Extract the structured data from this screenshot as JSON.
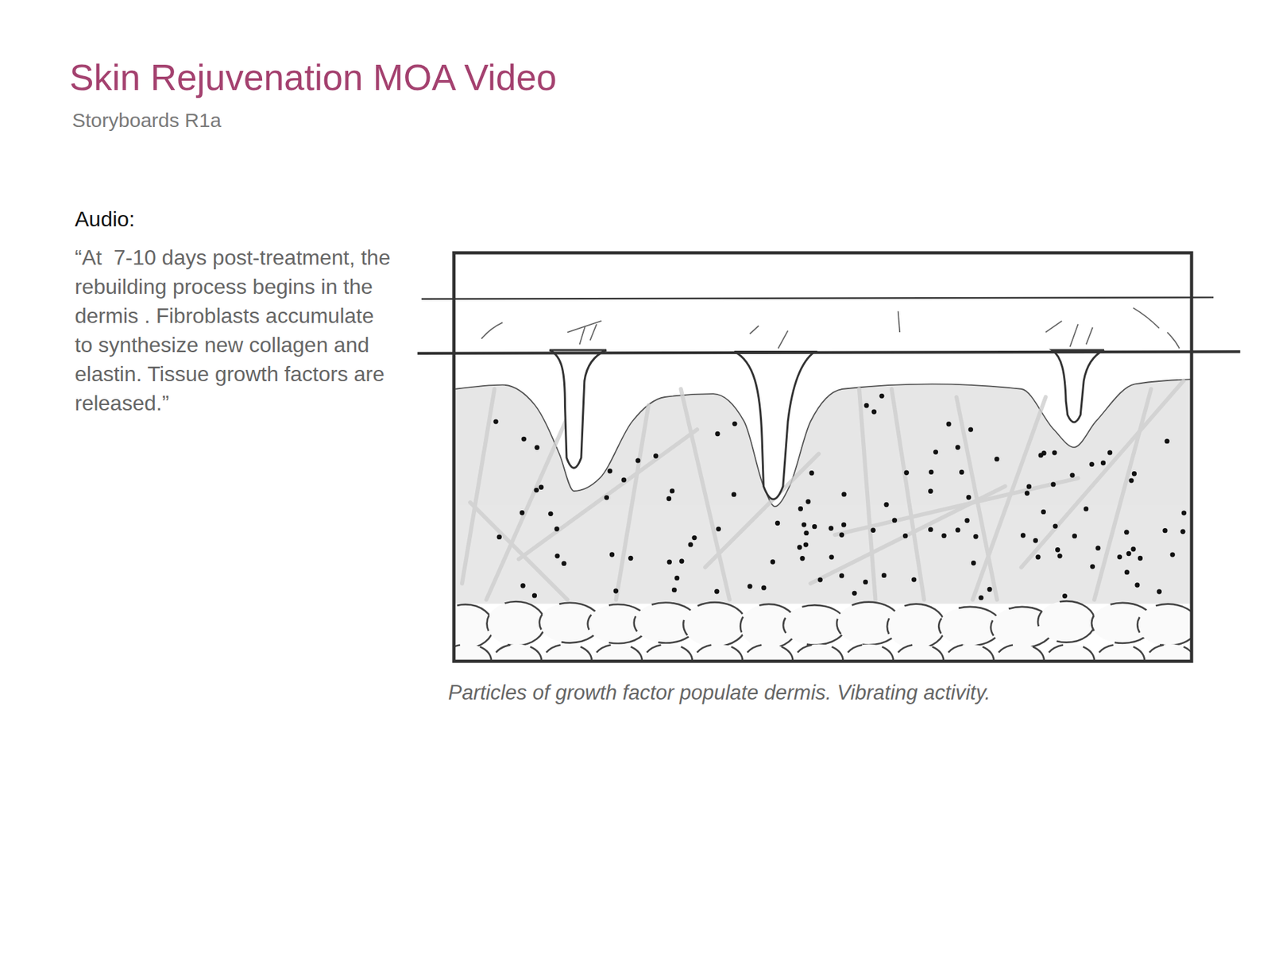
{
  "diagram": {
    "title": "Skin Rejuvenation MOA Video",
    "caption": "Particles of growth factor populate dermis. Vibrating activity.",
    "labels": [
      "Storyboards R1a",
      "Audio:",
      "“At  7-10 days post-treatment, the rebuilding process begins in the dermis . Fibroblasts accumulate to synthesize new collagen and elastin. Tissue growth factors are released.”"
    ]
  }
}
